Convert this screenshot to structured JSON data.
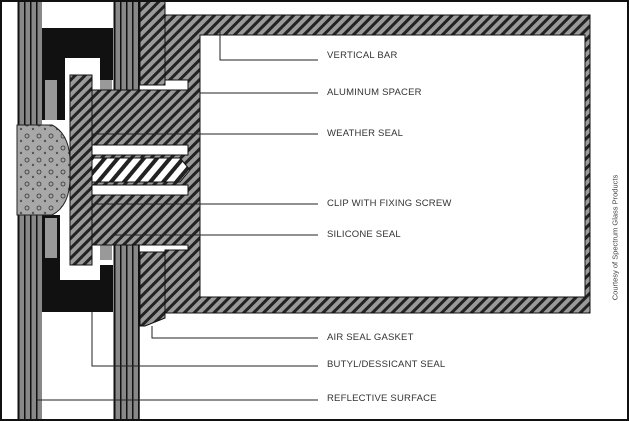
{
  "labels": {
    "vertical_bar": "VERTICAL BAR",
    "aluminum_spacer": "ALUMINUM SPACER",
    "weather_seal": "WEATHER SEAL",
    "clip_with_fixing_screw": "CLIP WITH FIXING SCREW",
    "silicone_seal": "SILICONE SEAL",
    "air_seal_gasket": "AIR SEAL GASKET",
    "butyl_dessicant_seal": "BUTYL/DESSICANT SEAL",
    "reflective_surface": "REFLECTIVE SURFACE"
  },
  "credit": "Courtesy of Spectrum Glass Products"
}
